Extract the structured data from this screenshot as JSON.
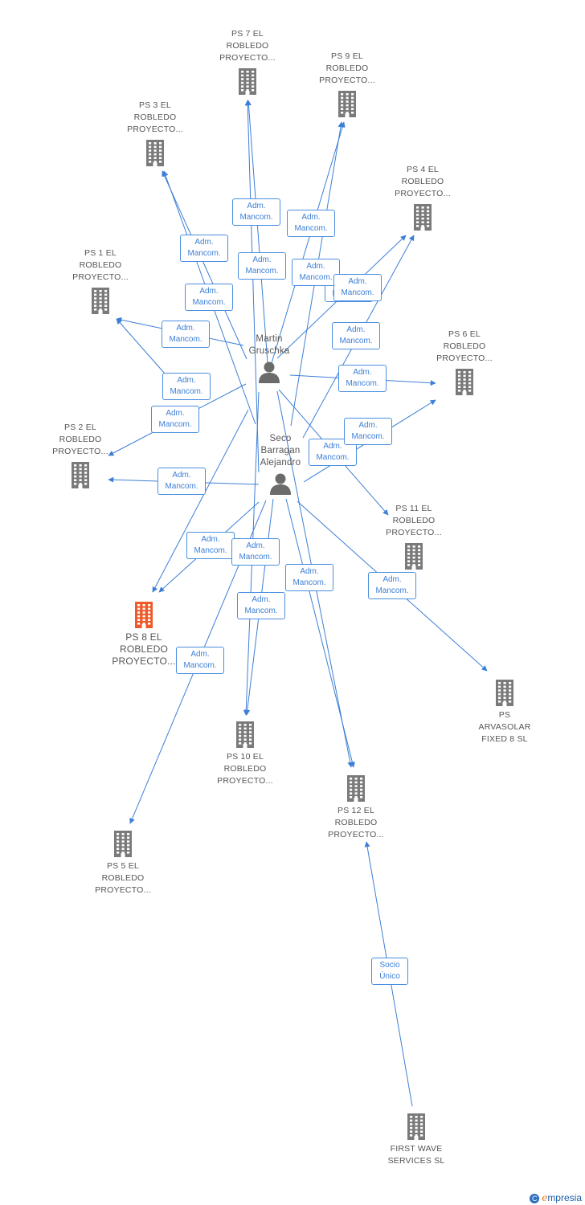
{
  "colors": {
    "edge": "#3d7fd6",
    "building": "#7a7a7a",
    "highlight": "#f05a28",
    "person": "#6b6b6b"
  },
  "persons": [
    {
      "id": "martin",
      "label": "Martin\nGruschka"
    },
    {
      "id": "seco",
      "label": "Seco\nBarragan\nAlejandro"
    }
  ],
  "companies": [
    {
      "id": "ps7",
      "label": "PS 7 EL\nROBLEDO\nPROYECTO..."
    },
    {
      "id": "ps9",
      "label": "PS 9 EL\nROBLEDO\nPROYECTO..."
    },
    {
      "id": "ps3",
      "label": "PS 3 EL\nROBLEDO\nPROYECTO..."
    },
    {
      "id": "ps4",
      "label": "PS 4 EL\nROBLEDO\nPROYECTO..."
    },
    {
      "id": "ps1",
      "label": "PS 1 EL\nROBLEDO\nPROYECTO..."
    },
    {
      "id": "ps6",
      "label": "PS 6 EL\nROBLEDO\nPROYECTO..."
    },
    {
      "id": "ps2",
      "label": "PS 2 EL\nROBLEDO\nPROYECTO..."
    },
    {
      "id": "ps11",
      "label": "PS 11 EL\nROBLEDO\nPROYECTO..."
    },
    {
      "id": "ps8",
      "label": "PS 8 EL\nROBLEDO\nPROYECTO...",
      "highlight": true
    },
    {
      "id": "psarva",
      "label": "PS\nARVASOLAR\nFIXED 8 SL"
    },
    {
      "id": "ps10",
      "label": "PS 10 EL\nROBLEDO\nPROYECTO..."
    },
    {
      "id": "ps12",
      "label": "PS 12 EL\nROBLEDO\nPROYECTO..."
    },
    {
      "id": "ps5",
      "label": "PS 5 EL\nROBLEDO\nPROYECTO..."
    },
    {
      "id": "firstwave",
      "label": "FIRST WAVE\nSERVICES SL"
    }
  ],
  "relation_labels": {
    "adm": "Adm.\nMancom.",
    "socio": "Socio\nÚnico"
  },
  "edges": [
    {
      "from": "martin",
      "to": "ps7",
      "label": "adm"
    },
    {
      "from": "martin",
      "to": "ps9",
      "label": "adm"
    },
    {
      "from": "martin",
      "to": "ps3",
      "label": "adm"
    },
    {
      "from": "martin",
      "to": "ps4",
      "label": "adm"
    },
    {
      "from": "martin",
      "to": "ps1",
      "label": "adm"
    },
    {
      "from": "martin",
      "to": "ps6",
      "label": "adm"
    },
    {
      "from": "martin",
      "to": "ps2",
      "label": "adm"
    },
    {
      "from": "martin",
      "to": "ps11",
      "label": "adm"
    },
    {
      "from": "martin",
      "to": "ps8",
      "label": "adm"
    },
    {
      "from": "martin",
      "to": "ps10",
      "label": "adm"
    },
    {
      "from": "martin",
      "to": "ps12",
      "label": "adm"
    },
    {
      "from": "seco",
      "to": "ps7",
      "label": "adm"
    },
    {
      "from": "seco",
      "to": "ps9",
      "label": "adm"
    },
    {
      "from": "seco",
      "to": "ps3",
      "label": "adm"
    },
    {
      "from": "seco",
      "to": "ps4",
      "label": "adm"
    },
    {
      "from": "seco",
      "to": "ps1",
      "label": "adm"
    },
    {
      "from": "seco",
      "to": "ps6",
      "label": "adm"
    },
    {
      "from": "seco",
      "to": "ps2",
      "label": "adm"
    },
    {
      "from": "seco",
      "to": "psarva",
      "label": "adm"
    },
    {
      "from": "seco",
      "to": "ps8",
      "label": "adm"
    },
    {
      "from": "seco",
      "to": "ps10",
      "label": "adm"
    },
    {
      "from": "seco",
      "to": "ps12",
      "label": "adm"
    },
    {
      "from": "seco",
      "to": "ps5",
      "label": "adm"
    },
    {
      "from": "firstwave",
      "to": "ps12",
      "label": "socio"
    }
  ],
  "brand": {
    "copyright": "C",
    "name_first": "e",
    "name_rest": "mpresia"
  }
}
